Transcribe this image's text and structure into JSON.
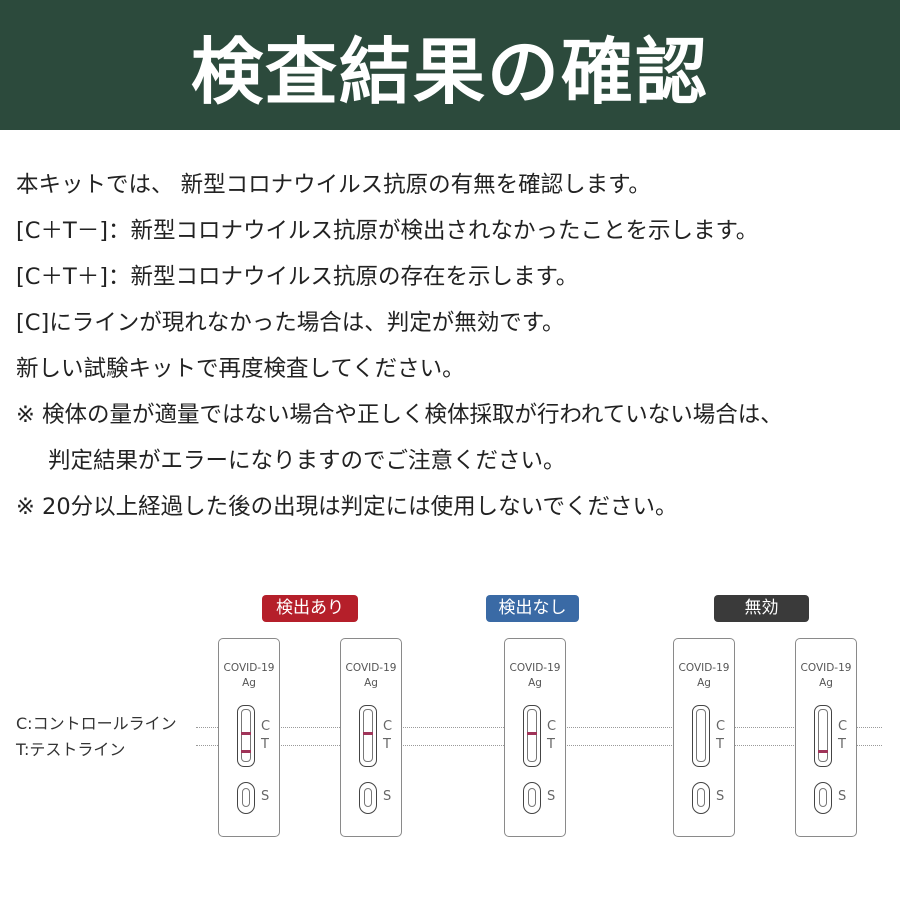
{
  "title": "検査結果の確認",
  "colors": {
    "header_bg": "#2c4a3c",
    "badge_positive": "#b51f2a",
    "badge_negative": "#3a6aa5",
    "badge_invalid": "#3a3a3a",
    "band": "#a03459"
  },
  "lines": [
    "本キットでは、 新型コロナウイルス抗原の有無を確認します。",
    "[C＋T－]：新型コロナウイルス抗原が検出されなかったことを示します。",
    "[C＋T＋]：新型コロナウイルス抗原の存在を示します。",
    "[C]にラインが現れなかった場合は、判定が無効です。",
    "新しい試験キットで再度検査してください。",
    "※ 検体の量が適量ではない場合や正しく検体採取が行われていない場合は、",
    "判定結果がエラーになりますのでご注意ください。",
    "※ 20分以上経過した後の出現は判定には使用しないでください。"
  ],
  "badges": {
    "positive": "検出あり",
    "negative": "検出なし",
    "invalid": "無効"
  },
  "legend": {
    "c_line": "C:コントロールライン",
    "t_line": "T:テストライン"
  },
  "card_text": {
    "line1": "COVID-19",
    "line2": "Ag",
    "c": "C",
    "t": "T",
    "s": "S"
  },
  "cards": [
    {
      "group": "検出あり",
      "c_line": true,
      "t_line": true
    },
    {
      "group": "検出あり",
      "c_line": true,
      "t_line": false
    },
    {
      "group": "検出なし",
      "c_line": true,
      "t_line": false
    },
    {
      "group": "無効",
      "c_line": false,
      "t_line": false
    },
    {
      "group": "無効",
      "c_line": false,
      "t_line": true
    }
  ]
}
